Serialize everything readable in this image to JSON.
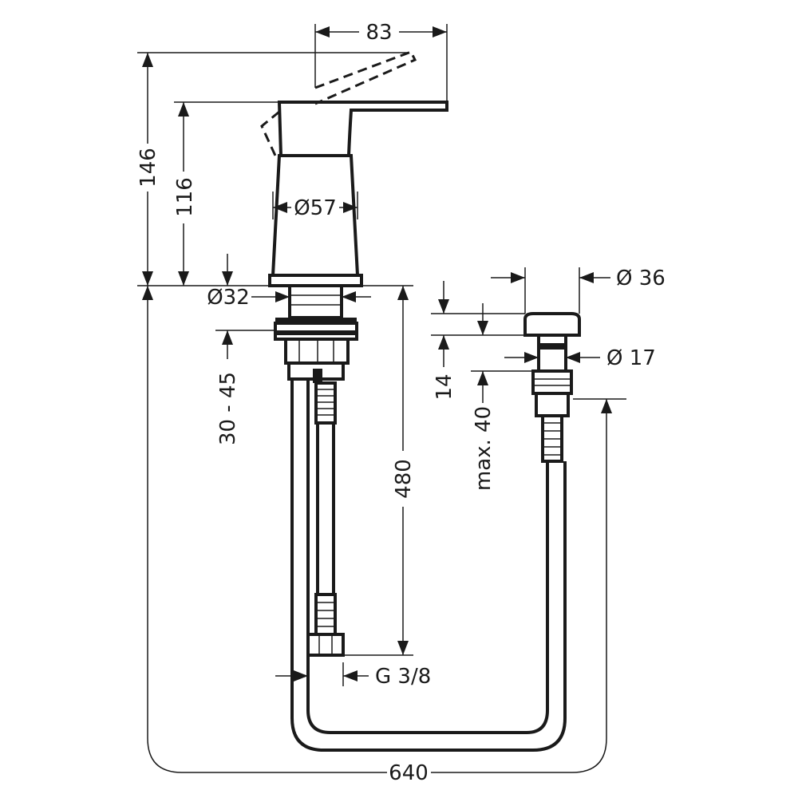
{
  "dimensions": {
    "spout_reach": "83",
    "total_height": "146",
    "body_height": "116",
    "body_diameter": "Ø57",
    "thread_diameter": "Ø32",
    "deck_thickness_range": "30 - 45",
    "hose_length": "480",
    "button_diameter": "Ø 36",
    "button_stem_diameter": "Ø 17",
    "button_gap": "14",
    "button_deck_max": "max. 40",
    "hose_connection": "G 3/8",
    "overall_hose_length": "640"
  }
}
